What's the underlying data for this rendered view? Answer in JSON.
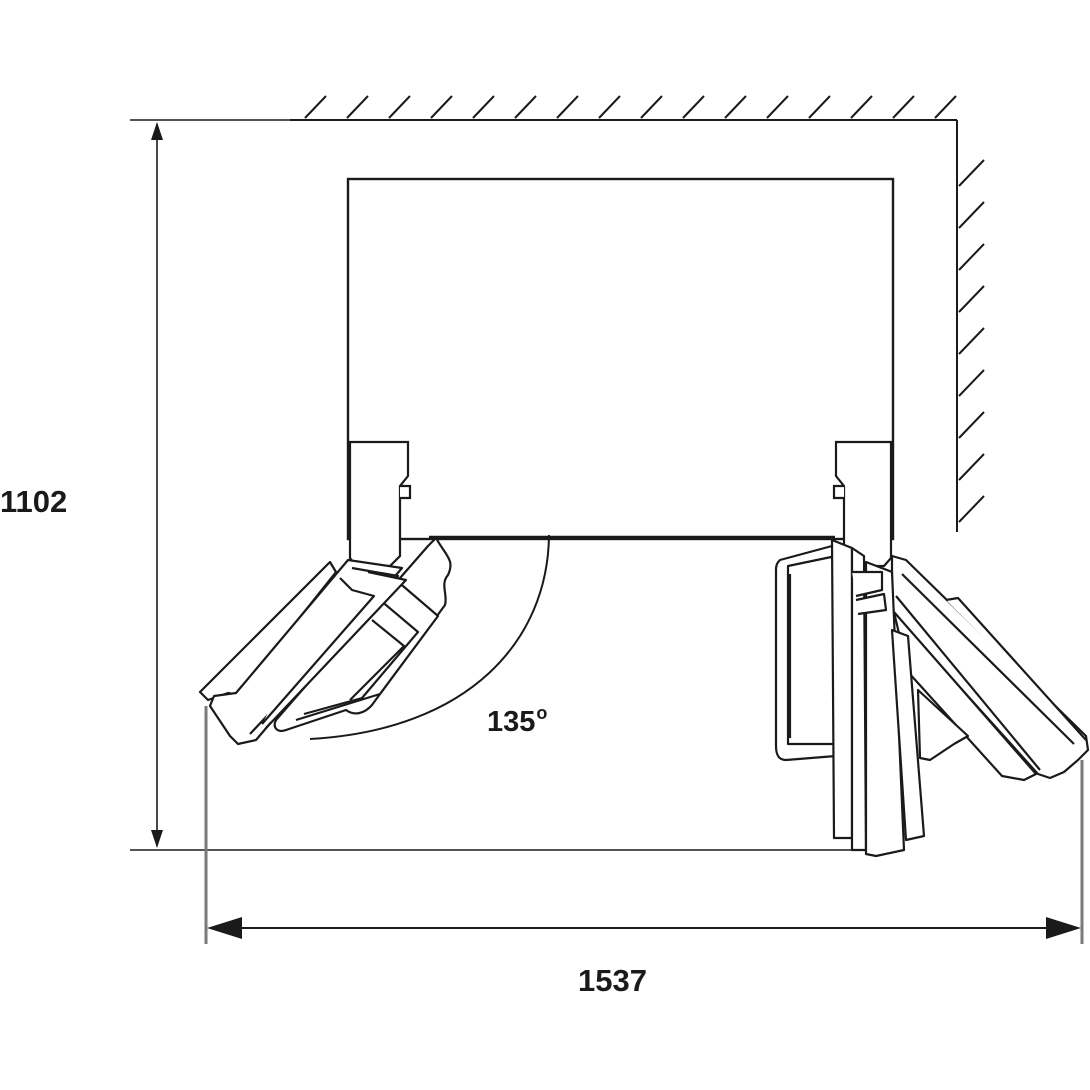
{
  "dimensions": {
    "height": "1102",
    "width": "1537",
    "angle_value": "135",
    "angle_unit": "o"
  },
  "colors": {
    "line": "#1a1a1a",
    "dimension_line": "#7a7a7a",
    "background": "#ffffff"
  }
}
